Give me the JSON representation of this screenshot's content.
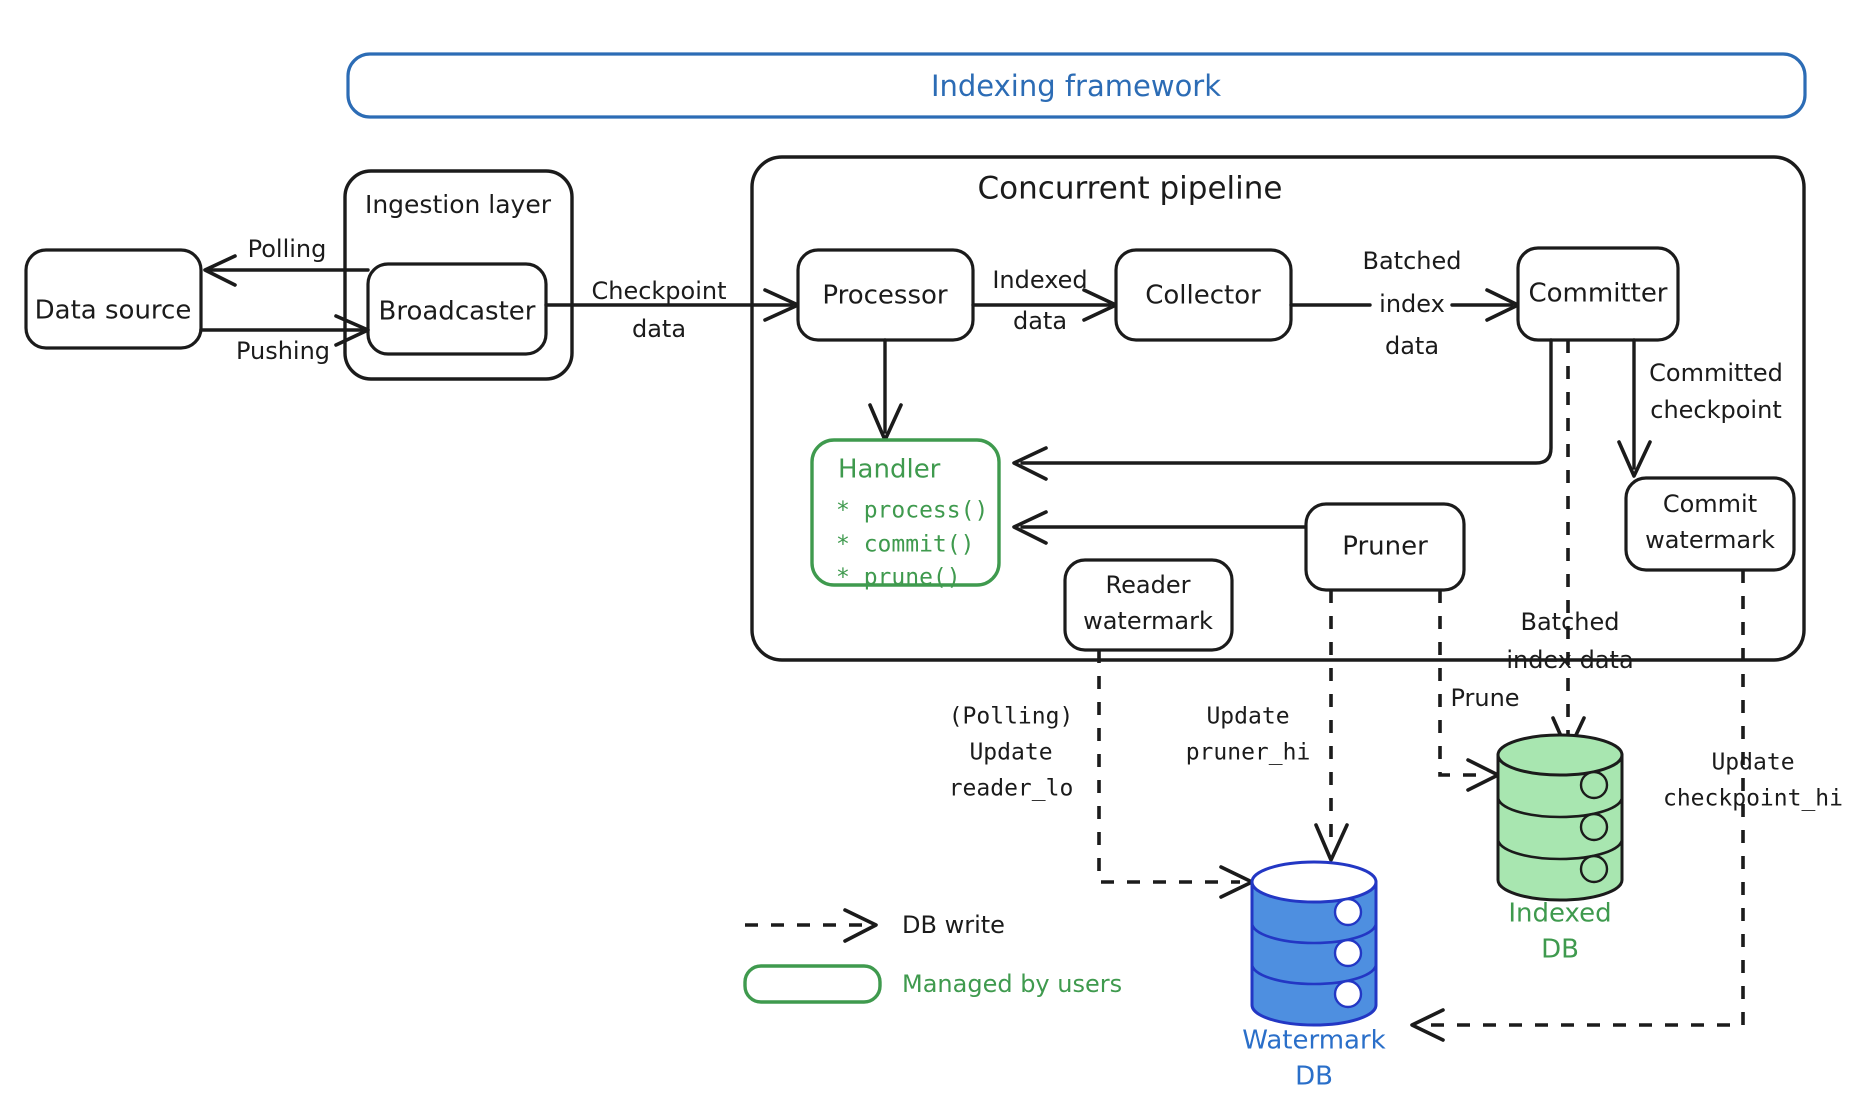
{
  "diagram": {
    "title": "Indexing framework",
    "framework_color": "#2c6cb5",
    "groups": {
      "ingestion": {
        "title": "Ingestion layer"
      },
      "pipeline": {
        "title": "Concurrent pipeline"
      }
    },
    "nodes": {
      "data_source": {
        "label": "Data source"
      },
      "broadcaster": {
        "label": "Broadcaster"
      },
      "processor": {
        "label": "Processor"
      },
      "collector": {
        "label": "Collector"
      },
      "committer": {
        "label": "Committer"
      },
      "commit_watermark": {
        "line1": "Commit",
        "line2": "watermark"
      },
      "reader_watermark": {
        "line1": "Reader",
        "line2": "watermark"
      },
      "pruner": {
        "label": "Pruner"
      },
      "handler": {
        "title": "Handler",
        "color": "#3f9a4e",
        "methods": [
          "* process()",
          "* commit()",
          "* prune()"
        ]
      }
    },
    "databases": {
      "indexed_db": {
        "line1": "Indexed",
        "line2": "DB",
        "color": "#3f9a4e",
        "fill": "#a8e6b0"
      },
      "watermark_db": {
        "line1": "Watermark",
        "line2": "DB",
        "color": "#2a6fc9",
        "fill": "#4e8fe0"
      }
    },
    "edges": {
      "polling": {
        "label": "Polling"
      },
      "pushing": {
        "label": "Pushing"
      },
      "checkpoint_data": {
        "line1": "Checkpoint",
        "line2": "data"
      },
      "indexed_data": {
        "line1": "Indexed",
        "line2": "data"
      },
      "batched_index_data_top": {
        "line1": "Batched",
        "line2": "index",
        "line3": "data"
      },
      "committed_checkpoint": {
        "line1": "Committed",
        "line2": "checkpoint"
      },
      "batched_index_data_bottom": {
        "line1": "Batched",
        "line2": "index data"
      },
      "prune": {
        "label": "Prune"
      },
      "update_reader_lo": {
        "line1": "(Polling)",
        "line2": "Update",
        "line3": "reader_lo"
      },
      "update_pruner_hi": {
        "line1": "Update",
        "line2": "pruner_hi"
      },
      "update_checkpoint_hi": {
        "line1": "Update",
        "line2": "checkpoint_hi"
      }
    },
    "legend": {
      "db_write": "DB write",
      "managed_by_users": "Managed by users",
      "managed_color": "#3f9a4e"
    }
  }
}
